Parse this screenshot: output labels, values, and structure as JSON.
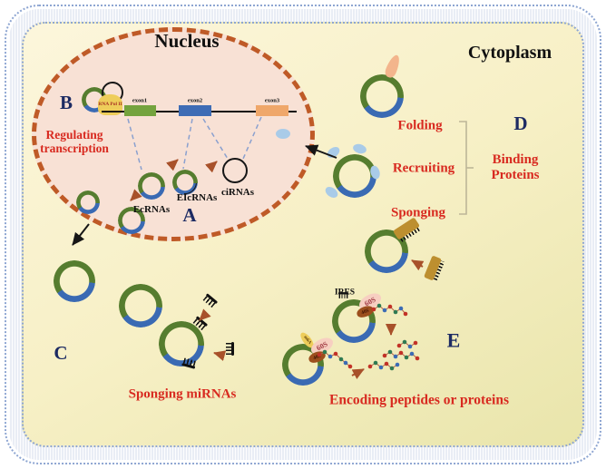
{
  "labels": {
    "nucleus": "Nucleus",
    "cytoplasm": "Cytoplasm",
    "section_a": "A",
    "section_b": "B",
    "section_c": "C",
    "section_d": "D",
    "section_e": "E",
    "regulating_transcription": "Regulating transcription",
    "rna_pol_ii": "RNA Pol II",
    "exon1": "exon1",
    "exon2": "exon2",
    "exon3": "exon3",
    "ecrnas": "EcRNAs",
    "eicrnas": "EIcRNAs",
    "cirnas": "ciRNAs",
    "folding": "Folding",
    "recruiting": "Recruiting",
    "sponging": "Sponging",
    "binding_proteins": "Binding Proteins",
    "sponging_mirnas": "Sponging miRNAs",
    "encoding_peptides": "Encoding peptides or proteins",
    "ires": "IRES",
    "ribosome_60s": "60S",
    "ribosome_40s": "40S",
    "m6a": "m6A"
  },
  "colors": {
    "ring_green": "#567d2f",
    "ring_blue": "#3a6ab3",
    "nucleus_fill": "#f8e1d5",
    "nucleus_border": "#bf5a27",
    "label_red": "#d82a20",
    "label_navy": "#1d2b63",
    "sponge_gold": "#bd8f2f",
    "protein_blue": "#a9cbe8",
    "pink_60s": "#f7cfc1",
    "brown_40s": "#9c4f1d",
    "pol_yellow": "#eecd5a",
    "exon3_orange": "#efa76a",
    "petal_peach": "#f3b58c",
    "arrow_brown": "#a8512a",
    "dash_blue": "#8aa0cf",
    "membrane_blue": "#8ea6d2"
  }
}
